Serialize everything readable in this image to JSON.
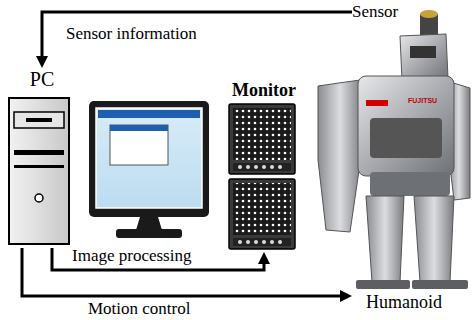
{
  "diagram": {
    "nodes": [
      {
        "text": [
          "Sensor"
        ]
      },
      {
        "text": [
          "PC"
        ]
      },
      {
        "text": [
          "Monitor"
        ]
      },
      {
        "text": [
          "Humanoid"
        ]
      }
    ],
    "edges": [
      {
        "from": 0,
        "to": 1,
        "label": "Sensor information",
        "arrow": "to"
      },
      {
        "from": 1,
        "to": 2,
        "label": "Image processing",
        "arrow": "to"
      },
      {
        "from": 1,
        "to": 3,
        "label": "Motion control",
        "arrow": "to"
      }
    ],
    "labels": [
      "FUJITSU"
    ]
  }
}
